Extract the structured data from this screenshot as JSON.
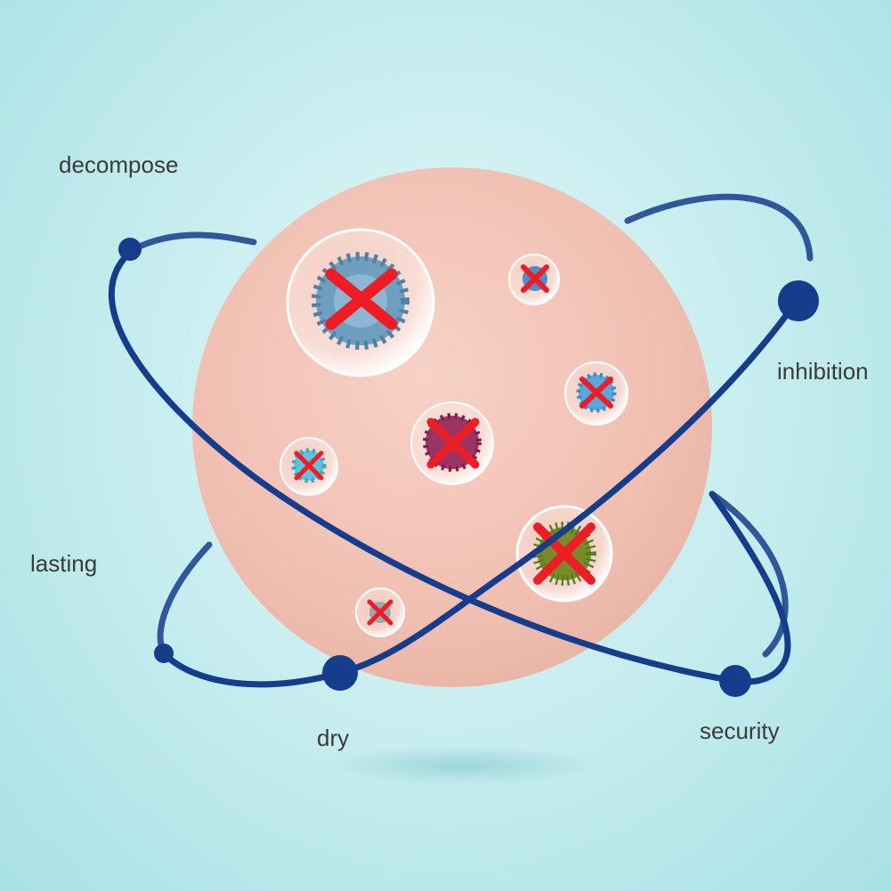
{
  "labels": {
    "decompose": "decompose",
    "inhibition": "inhibition",
    "lasting": "lasting",
    "dry": "dry",
    "security": "security"
  },
  "colors": {
    "orbit": "#163c8c",
    "disc": "#f2c6b8",
    "cross": "#ee1c24",
    "text": "#3a3a3a"
  },
  "icons": [
    "virus-icon",
    "bacteria-icon",
    "cross-mark-icon"
  ]
}
